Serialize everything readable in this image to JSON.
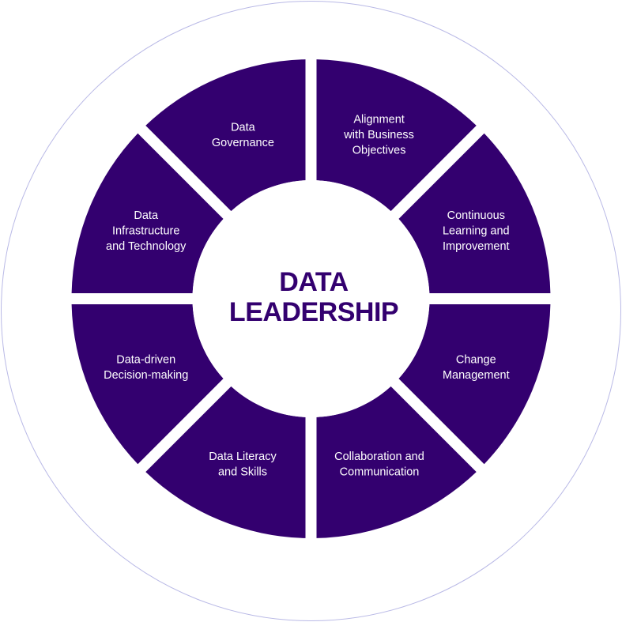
{
  "center": {
    "title_line1": "DATA",
    "title_line2": "LEADERSHIP"
  },
  "segments": [
    {
      "label": [
        "Alignment",
        "with Business",
        "Objectives"
      ]
    },
    {
      "label": [
        "Continuous",
        "Learning and",
        "Improvement"
      ]
    },
    {
      "label": [
        "Change",
        "Management"
      ]
    },
    {
      "label": [
        "Collaboration and",
        "Communication"
      ]
    },
    {
      "label": [
        "Data Literacy",
        "and Skills"
      ]
    },
    {
      "label": [
        "Data-driven",
        "Decision-making"
      ]
    },
    {
      "label": [
        "Data",
        "Infrastructure",
        "and Technology"
      ]
    },
    {
      "label": [
        "Data",
        "Governance"
      ]
    }
  ],
  "colors": {
    "segment_fill": "#33006f",
    "center_text": "#33006f",
    "outer_ring": "#b9b9e6",
    "background": "#ffffff"
  }
}
